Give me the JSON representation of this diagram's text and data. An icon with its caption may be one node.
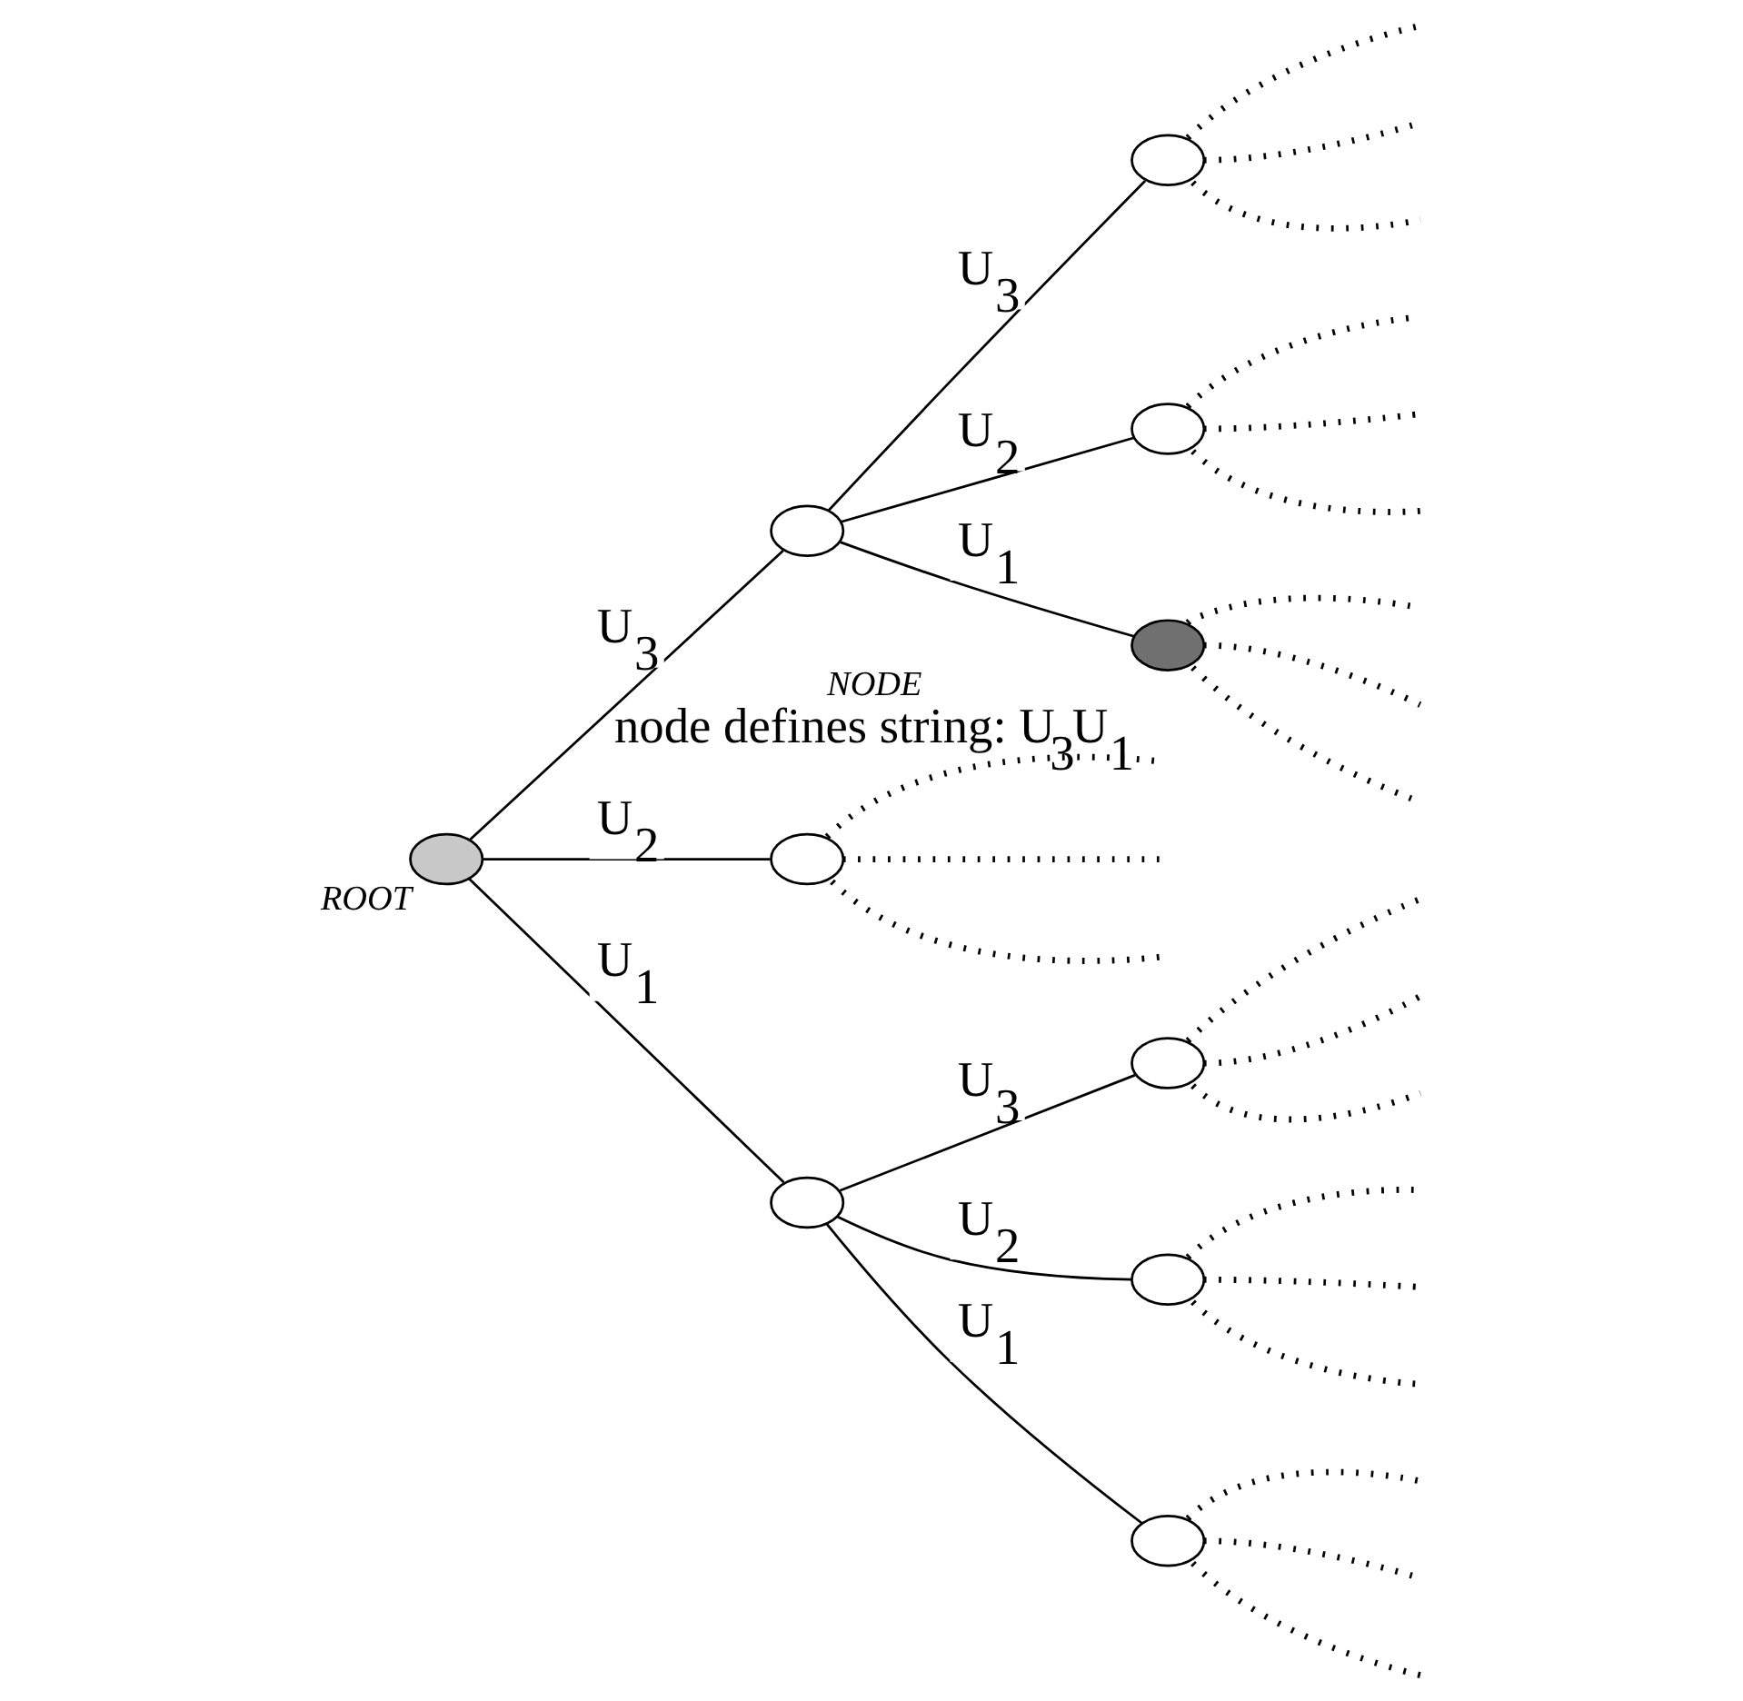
{
  "diagram": {
    "nodes": [
      {
        "text": [],
        "shape": "circle",
        "beside": [
          "ROOT"
        ]
      },
      {
        "text": [],
        "shape": "circle"
      },
      {
        "text": [],
        "shape": "circle"
      },
      {
        "text": [],
        "shape": "circle"
      },
      {
        "text": [],
        "shape": "circle",
        "beside": [
          "NODE",
          "node defines string: U$_{3}$U$_{1}$"
        ]
      },
      {
        "text": [],
        "shape": "circle"
      },
      {
        "text": [],
        "shape": "circle"
      },
      {
        "text": [],
        "shape": "circle"
      },
      {
        "text": [],
        "shape": "circle"
      },
      {
        "text": [],
        "shape": "circle"
      }
    ],
    "edges": [
      {
        "from": 0,
        "to": 1,
        "arrow": "none",
        "label": "U$_{3}$"
      },
      {
        "from": 0,
        "to": 5,
        "arrow": "none",
        "label": "U$_{2}$"
      },
      {
        "from": 0,
        "to": 6,
        "arrow": "none",
        "label": "U$_{1}$"
      },
      {
        "from": 1,
        "to": 2,
        "arrow": "none",
        "label": "U$_{3}$"
      },
      {
        "from": 1,
        "to": 3,
        "arrow": "none",
        "label": "U$_{2}$"
      },
      {
        "from": 1,
        "to": 4,
        "arrow": "none",
        "label": "U$_{1}$"
      },
      {
        "from": 6,
        "to": 7,
        "arrow": "none",
        "label": "U$_{3}$"
      },
      {
        "from": 6,
        "to": 8,
        "arrow": "none",
        "label": "U$_{2}$"
      },
      {
        "from": 6,
        "to": 9,
        "arrow": "none",
        "label": "U$_{1}$"
      },
      {
        "from": 2,
        "to": null,
        "arrow": "none",
        "style": "dashed"
      },
      {
        "from": 2,
        "to": null,
        "arrow": "none",
        "style": "dashed"
      },
      {
        "from": 2,
        "to": null,
        "arrow": "none",
        "style": "dashed"
      },
      {
        "from": 3,
        "to": null,
        "arrow": "none",
        "style": "dashed"
      },
      {
        "from": 3,
        "to": null,
        "arrow": "none",
        "style": "dashed"
      },
      {
        "from": 3,
        "to": null,
        "arrow": "none",
        "style": "dashed"
      },
      {
        "from": 4,
        "to": null,
        "arrow": "none",
        "style": "dashed"
      },
      {
        "from": 4,
        "to": null,
        "arrow": "none",
        "style": "dashed"
      },
      {
        "from": 4,
        "to": null,
        "arrow": "none",
        "style": "dashed"
      },
      {
        "from": 5,
        "to": null,
        "arrow": "none",
        "style": "dashed"
      },
      {
        "from": 5,
        "to": null,
        "arrow": "none",
        "style": "dashed"
      },
      {
        "from": 5,
        "to": null,
        "arrow": "none",
        "style": "dashed"
      },
      {
        "from": 7,
        "to": null,
        "arrow": "none",
        "style": "dashed"
      },
      {
        "from": 7,
        "to": null,
        "arrow": "none",
        "style": "dashed"
      },
      {
        "from": 7,
        "to": null,
        "arrow": "none",
        "style": "dashed"
      },
      {
        "from": 8,
        "to": null,
        "arrow": "none",
        "style": "dashed"
      },
      {
        "from": 8,
        "to": null,
        "arrow": "none",
        "style": "dashed"
      },
      {
        "from": 8,
        "to": null,
        "arrow": "none",
        "style": "dashed"
      },
      {
        "from": 9,
        "to": null,
        "arrow": "none",
        "style": "dashed"
      },
      {
        "from": 9,
        "to": null,
        "arrow": "none",
        "style": "dashed"
      },
      {
        "from": 9,
        "to": null,
        "arrow": "none",
        "style": "dashed"
      }
    ]
  }
}
